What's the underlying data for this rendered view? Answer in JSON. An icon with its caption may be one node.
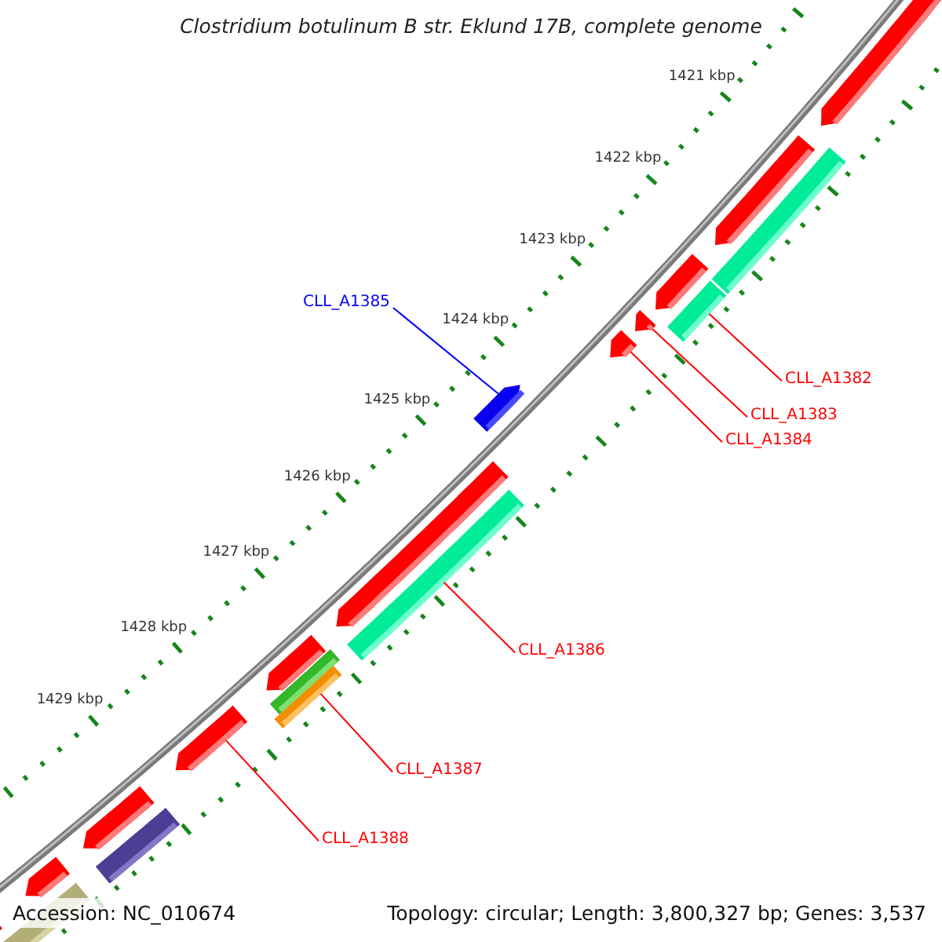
{
  "diagram": {
    "title": "Clostridium botulinum B str. Eklund 17B, complete genome",
    "nodes": [
      {
        "text": [
          "CLL_A1385"
        ]
      },
      {
        "text": [
          "CLL_A1382"
        ]
      },
      {
        "text": [
          "CLL_A1383"
        ]
      },
      {
        "text": [
          "CLL_A1384"
        ]
      },
      {
        "text": [
          "CLL_A1386"
        ]
      },
      {
        "text": [
          "CLL_A1387"
        ]
      },
      {
        "text": [
          "CLL_A1388"
        ]
      },
      {
        "text": [],
        "shape": "arrow"
      },
      {
        "text": [],
        "shape": "arrow"
      },
      {
        "text": [],
        "shape": "arrow"
      },
      {
        "text": [],
        "shape": "arrow"
      },
      {
        "text": [],
        "shape": "arrow"
      },
      {
        "text": [],
        "shape": "arrow"
      },
      {
        "text": [],
        "shape": "arrow"
      },
      {
        "text": [],
        "shape": "arrow"
      },
      {
        "text": [],
        "shape": "arrow"
      },
      {
        "text": [],
        "shape": "arrow"
      },
      {
        "text": [],
        "shape": "arrow"
      },
      {
        "text": [],
        "shape": "arrow"
      },
      {
        "text": [],
        "shape": "bar"
      },
      {
        "text": [],
        "shape": "bar"
      },
      {
        "text": [],
        "shape": "bar"
      },
      {
        "text": [],
        "shape": "bar"
      },
      {
        "text": [],
        "shape": "bar"
      },
      {
        "text": [],
        "shape": "bar"
      },
      {
        "text": [],
        "shape": "bar"
      }
    ],
    "edges": [
      {
        "from": 0,
        "to": 18,
        "arrow": "none",
        "color": "#0000ff"
      },
      {
        "from": 1,
        "to": 20,
        "arrow": "none"
      },
      {
        "from": 2,
        "to": 10,
        "arrow": "none"
      },
      {
        "from": 3,
        "to": 11,
        "arrow": "none"
      },
      {
        "from": 4,
        "to": 21,
        "arrow": "none"
      },
      {
        "from": 5,
        "to": 23,
        "arrow": "none"
      },
      {
        "from": 6,
        "to": 14,
        "arrow": "none"
      }
    ],
    "labels": [
      "1421 kbp",
      "1422 kbp",
      "1423 kbp",
      "1424 kbp",
      "1425 kbp",
      "1426 kbp",
      "1427 kbp",
      "1428 kbp",
      "1429 kbp",
      "Accession: NC_010674",
      "Topology: circular; Length: 3,800,327 bp; Genes: 3,537"
    ]
  }
}
